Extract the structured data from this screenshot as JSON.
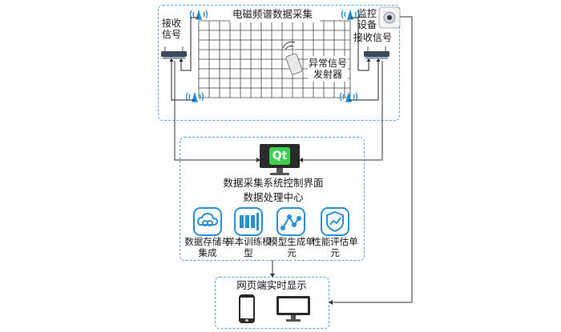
{
  "top": {
    "title": "电磁频谱数据采集",
    "left_receiver_label": "接收信号",
    "monitor_label": "监控设备",
    "right_receiver_label": "接收信号",
    "emitter_label": "异常信号发射器"
  },
  "middle": {
    "screen_text": "Qt",
    "control_label": "数据采集系统控制界面",
    "center_title": "数据处理中心",
    "units": [
      {
        "label": "数据存储与集成",
        "icon": "storage-icon"
      },
      {
        "label": "样本训练模型",
        "icon": "training-icon"
      },
      {
        "label": "模型生成单元",
        "icon": "model-icon"
      },
      {
        "label": "性能评估单元",
        "icon": "evaluation-icon"
      }
    ]
  },
  "bottom": {
    "title": "网页端实时显示",
    "devices": [
      "phone-icon",
      "monitor-icon"
    ]
  },
  "colors": {
    "dashed": "#5aa6dc",
    "accent": "#2b8fd6",
    "qt_green": "#41cd52"
  }
}
